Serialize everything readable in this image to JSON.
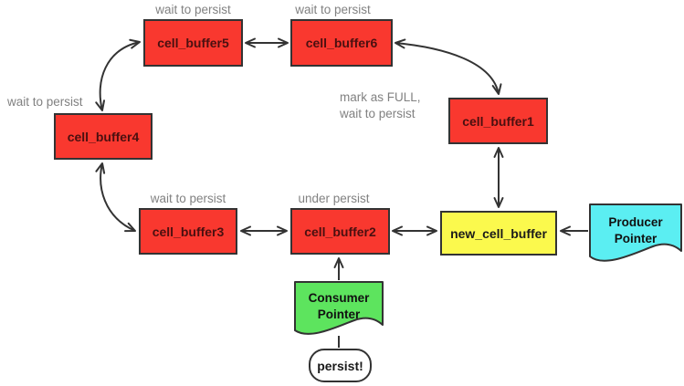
{
  "diagram": {
    "title": "ring of cell buffers with producer/consumer pointers",
    "colors": {
      "buffer_fill": "#f9382f",
      "buffer_text": "#4a1010",
      "new_buffer_fill": "#fbf94d",
      "producer_fill": "#5beef2",
      "consumer_fill": "#5de45e",
      "stroke": "#333333",
      "annotation_gray": "#818181",
      "background": "#ffffff"
    },
    "nodes": {
      "buffer1": {
        "label": "cell_buffer1"
      },
      "buffer2": {
        "label": "cell_buffer2"
      },
      "buffer3": {
        "label": "cell_buffer3"
      },
      "buffer4": {
        "label": "cell_buffer4"
      },
      "buffer5": {
        "label": "cell_buffer5"
      },
      "buffer6": {
        "label": "cell_buffer6"
      },
      "new_buffer": {
        "label": "new_cell_buffer"
      }
    },
    "annotations": {
      "above_buffer5": "wait to persist",
      "above_buffer6": "wait to persist",
      "left_of_buffer4": "wait to persist",
      "above_buffer3": "wait to persist",
      "above_buffer2": "under persist",
      "buffer1_note_line1": "mark as FULL,",
      "buffer1_note_line2": "wait to persist"
    },
    "pointers": {
      "producer": {
        "line1": "Producer",
        "line2": "Pointer"
      },
      "consumer": {
        "line1": "Consumer",
        "line2": "Pointer"
      }
    },
    "terminal": {
      "label": "persist!"
    },
    "connections": [
      {
        "from": "cell_buffer5",
        "to": "cell_buffer6",
        "bidirectional": true
      },
      {
        "from": "cell_buffer6",
        "to": "cell_buffer1",
        "bidirectional": true
      },
      {
        "from": "cell_buffer1",
        "to": "new_cell_buffer",
        "bidirectional": true
      },
      {
        "from": "new_cell_buffer",
        "to": "cell_buffer2",
        "bidirectional": true
      },
      {
        "from": "cell_buffer2",
        "to": "cell_buffer3",
        "bidirectional": true
      },
      {
        "from": "cell_buffer3",
        "to": "cell_buffer4",
        "bidirectional": true
      },
      {
        "from": "cell_buffer4",
        "to": "cell_buffer5",
        "bidirectional": true
      },
      {
        "from": "producer_pointer",
        "to": "new_cell_buffer",
        "bidirectional": false
      },
      {
        "from": "consumer_pointer",
        "to": "cell_buffer2",
        "bidirectional": false
      },
      {
        "from": "consumer_pointer",
        "to": "persist",
        "bidirectional": false,
        "plain_line": true
      }
    ]
  }
}
